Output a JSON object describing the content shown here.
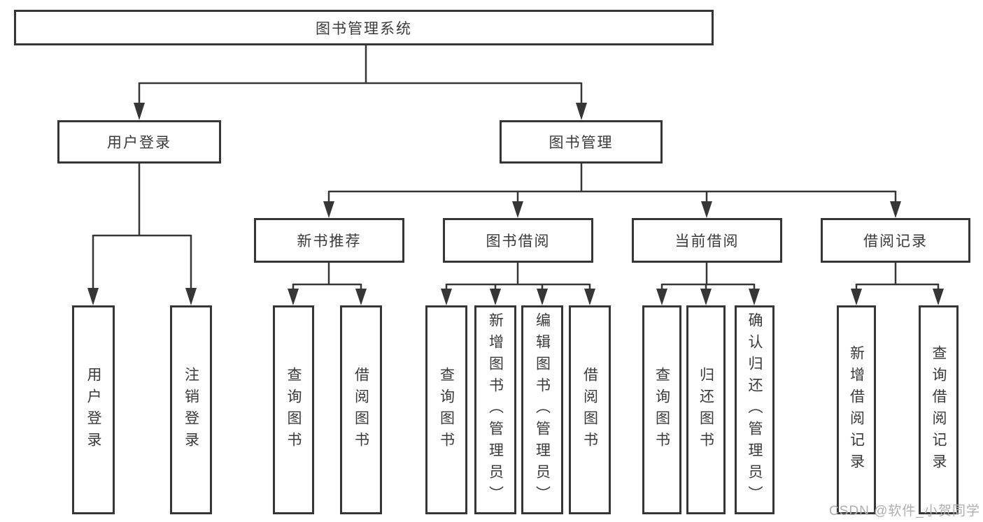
{
  "tree": {
    "root": "图书管理系统",
    "branches": [
      {
        "label": "用户登录",
        "children": [
          "用户登录",
          "注销登录"
        ]
      },
      {
        "label": "图书管理",
        "sections": [
          {
            "label": "新书推荐",
            "children": [
              "查询图书",
              "借阅图书"
            ]
          },
          {
            "label": "图书借阅",
            "children": [
              "查询图书",
              "新增图书（管理员）",
              "编辑图书（管理员）",
              "借阅图书"
            ]
          },
          {
            "label": "当前借阅",
            "children": [
              "查询图书",
              "归还图书",
              "确认归还（管理员）"
            ]
          },
          {
            "label": "借阅记录",
            "children": [
              "新增借阅记录",
              "查询借阅记录"
            ]
          }
        ]
      }
    ]
  },
  "watermark": "CSDN @软件_小贺同学",
  "colors": {
    "line": "#363636",
    "text": "#3a3a3a",
    "background": "#ffffff",
    "watermark": "#aeaeae"
  }
}
